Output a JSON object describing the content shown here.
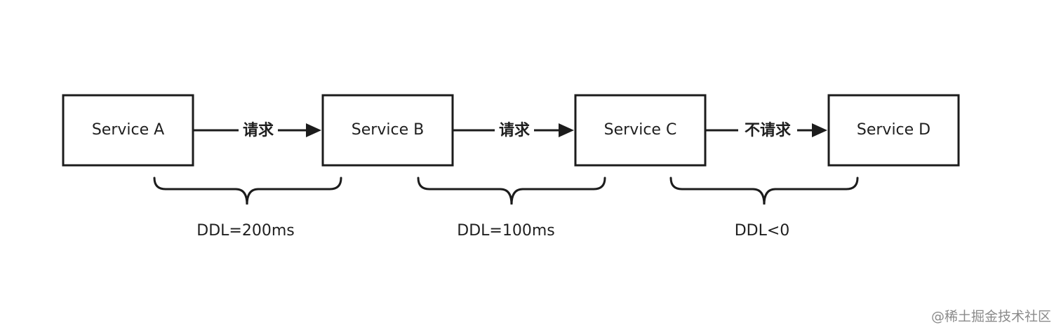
{
  "nodes": [
    {
      "id": "a",
      "label": "Service A"
    },
    {
      "id": "b",
      "label": "Service B"
    },
    {
      "id": "c",
      "label": "Service C"
    },
    {
      "id": "d",
      "label": "Service D"
    }
  ],
  "edges": [
    {
      "from": "a",
      "to": "b",
      "label": "请求"
    },
    {
      "from": "b",
      "to": "c",
      "label": "请求"
    },
    {
      "from": "c",
      "to": "d",
      "label": "不请求"
    }
  ],
  "deadlines": [
    {
      "label": "DDL=200ms"
    },
    {
      "label": "DDL=100ms"
    },
    {
      "label": "DDL<0"
    }
  ],
  "watermark": "@稀土掘金技术社区"
}
